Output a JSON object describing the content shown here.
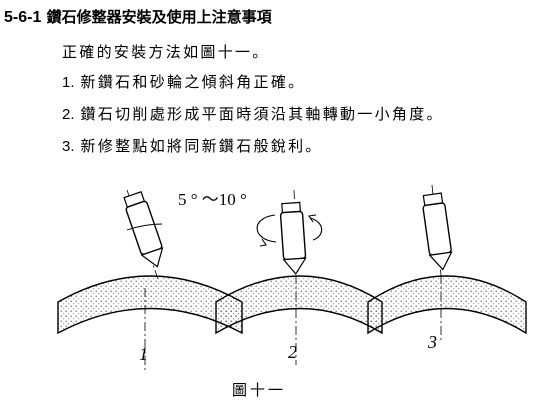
{
  "section": {
    "number": "5-6-1",
    "title": "鑽石修整器安裝及使用上注意事項"
  },
  "intro": "正確的安裝方法如圖十一。",
  "steps": [
    {
      "num": "1.",
      "text": "新鑽石和砂輪之傾斜角正確。"
    },
    {
      "num": "2.",
      "text": "鑽石切削處形成平面時須沿其軸轉動一小角度。"
    },
    {
      "num": "3.",
      "text": "新修整點如將同新鑽石般銳利。"
    }
  ],
  "figure": {
    "angle_label": "5 ° ～10 °",
    "panel_labels": [
      "1",
      "2",
      "3"
    ],
    "caption": "圖十一"
  }
}
